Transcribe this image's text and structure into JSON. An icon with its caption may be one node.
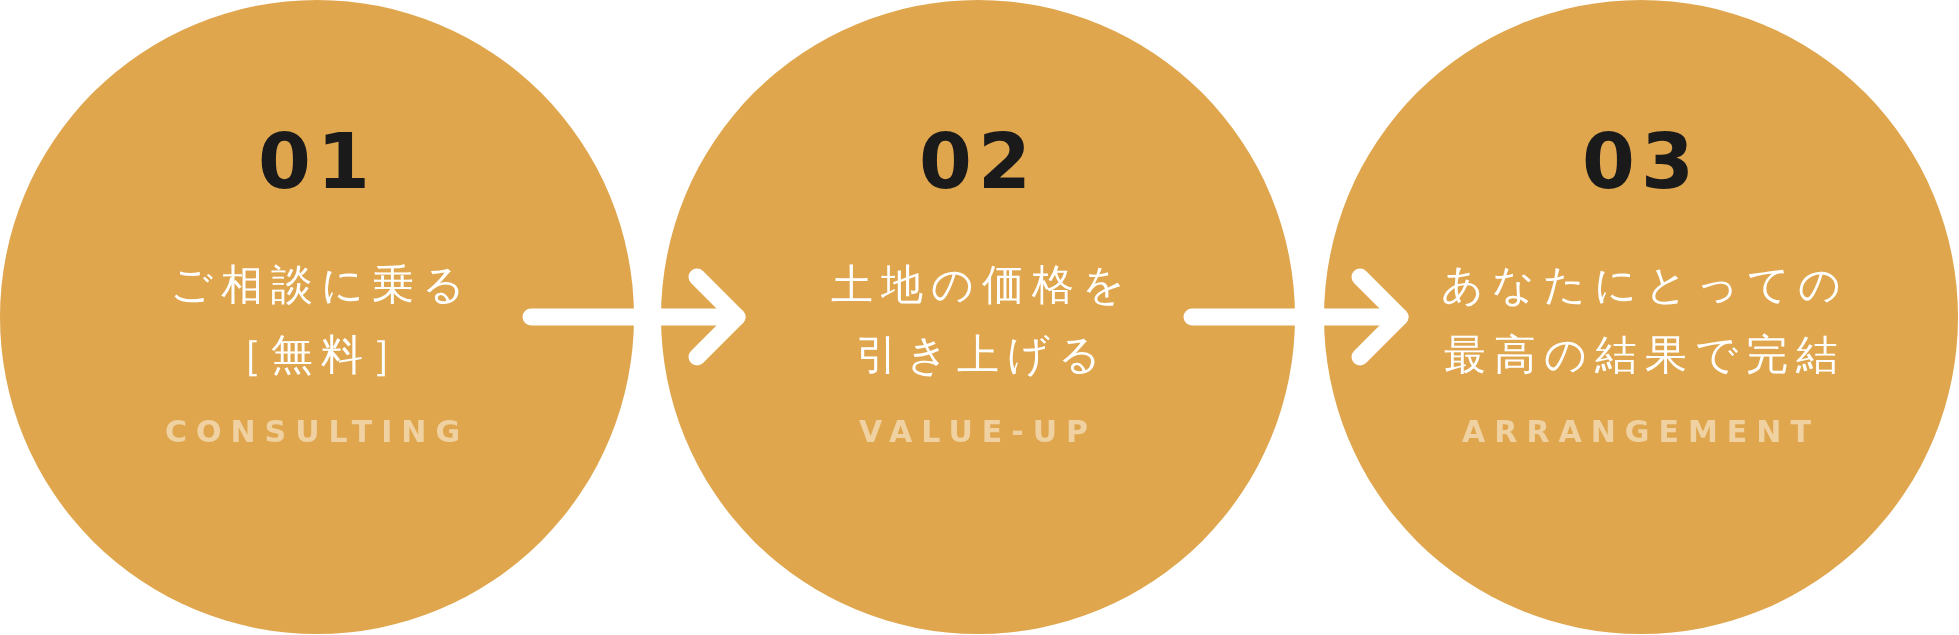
{
  "diagram": {
    "nodes": [
      {
        "text": [
          "01",
          "ご相談に乗る［無料］",
          "CONSULTING"
        ]
      },
      {
        "text": [
          "02",
          "土地の価格を引き上げる",
          "VALUE-UP"
        ]
      },
      {
        "text": [
          "03",
          "あなたにとっての最高の結果で完結",
          "ARRANGEMENT"
        ]
      }
    ],
    "edges": [
      {
        "from": 0,
        "to": 1,
        "arrow": "to"
      },
      {
        "from": 1,
        "to": 2,
        "arrow": "to"
      }
    ]
  }
}
